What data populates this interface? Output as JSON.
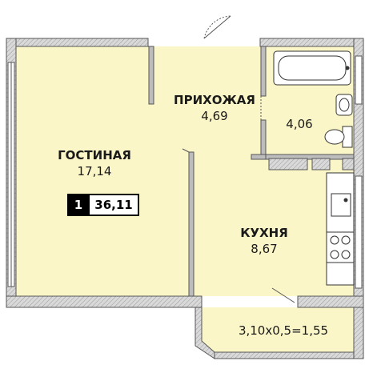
{
  "rooms": {
    "living": {
      "name": "ГОСТИНАЯ",
      "area": "17,14"
    },
    "hall": {
      "name": "ПРИХОЖАЯ",
      "area": "4,69"
    },
    "bathroom": {
      "area": "4,06"
    },
    "kitchen": {
      "name": "КУХНЯ",
      "area": "8,67"
    },
    "balcony": {
      "area": "3,10x0,5=1,55"
    }
  },
  "apartment": {
    "rooms_count": "1",
    "total_area": "36,11"
  },
  "colors": {
    "floor": "#fbf6c8",
    "wall": "#c8c8c8",
    "wall_outline": "#555555",
    "line": "#333333"
  }
}
